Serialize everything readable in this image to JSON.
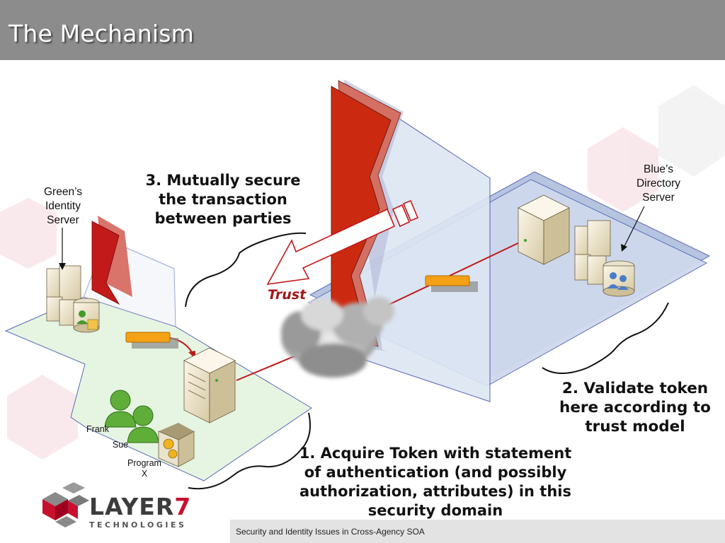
{
  "slide": {
    "title": "The Mechanism",
    "footer": "Security and Identity Issues in Cross-Agency SOA"
  },
  "callouts": {
    "step1": [
      "1. Acquire Token with statement",
      "of authentication (and possibly",
      "authorization, attributes) in this",
      "security domain"
    ],
    "step2": [
      "2. Validate token",
      "here according to",
      "trust model"
    ],
    "step3": [
      "3. Mutually secure",
      "the transaction",
      "between parties"
    ]
  },
  "labels": {
    "green_server": [
      "Green’s",
      "Identity",
      "Server"
    ],
    "blue_server": [
      "Blue’s",
      "Directory",
      "Server"
    ],
    "trust": "Trust",
    "frank": "Frank",
    "sue": "Sue",
    "program": [
      "Program",
      "X"
    ]
  },
  "logo": {
    "word": "LAYER",
    "number": "7",
    "sub": "TECHNOLOGIES"
  },
  "colors": {
    "green_domain": "#e6f4e2",
    "blue_domain": "#cfd9ec",
    "firewall_red": "#cc2a10",
    "token_orange": "#f5a115",
    "arrow_red": "#c01818",
    "logo_red": "#c8102e",
    "title_bar": "#8c8c8c"
  }
}
